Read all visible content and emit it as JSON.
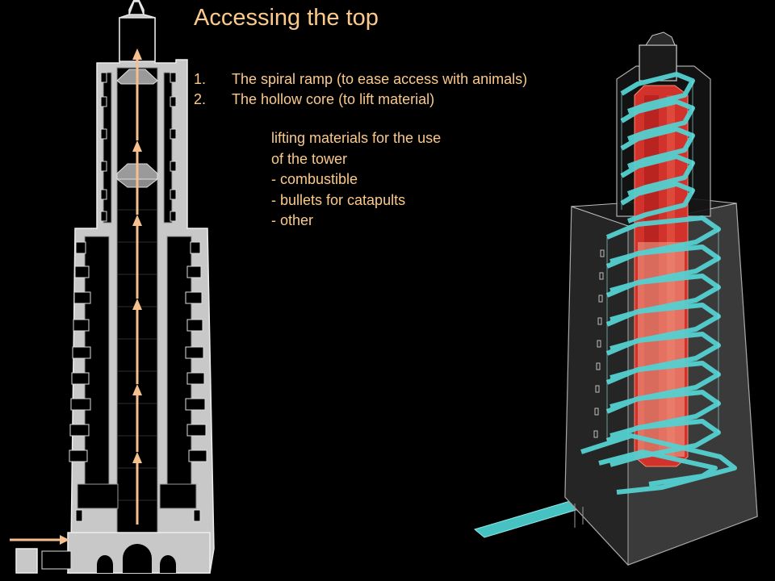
{
  "slide": {
    "title": "Accessing the top",
    "list": [
      {
        "num": "1.",
        "text": "The spiral ramp (to ease access with animals)"
      },
      {
        "num": "2.",
        "text": "The hollow core (to lift material)"
      }
    ],
    "notes": [
      "lifting materials for the use",
      "of the tower",
      "- combustible",
      "- bullets for catapults",
      "- other"
    ]
  },
  "colors": {
    "background": "#000000",
    "text": "#fbc98a",
    "section_wall": "#c9c9c9",
    "arrow": "#f6c08e",
    "ramp": "#55d0d0",
    "core": "#d9302a"
  },
  "figures": {
    "left": "tower-section-drawing",
    "right": "tower-3d-cutaway-drawing"
  }
}
